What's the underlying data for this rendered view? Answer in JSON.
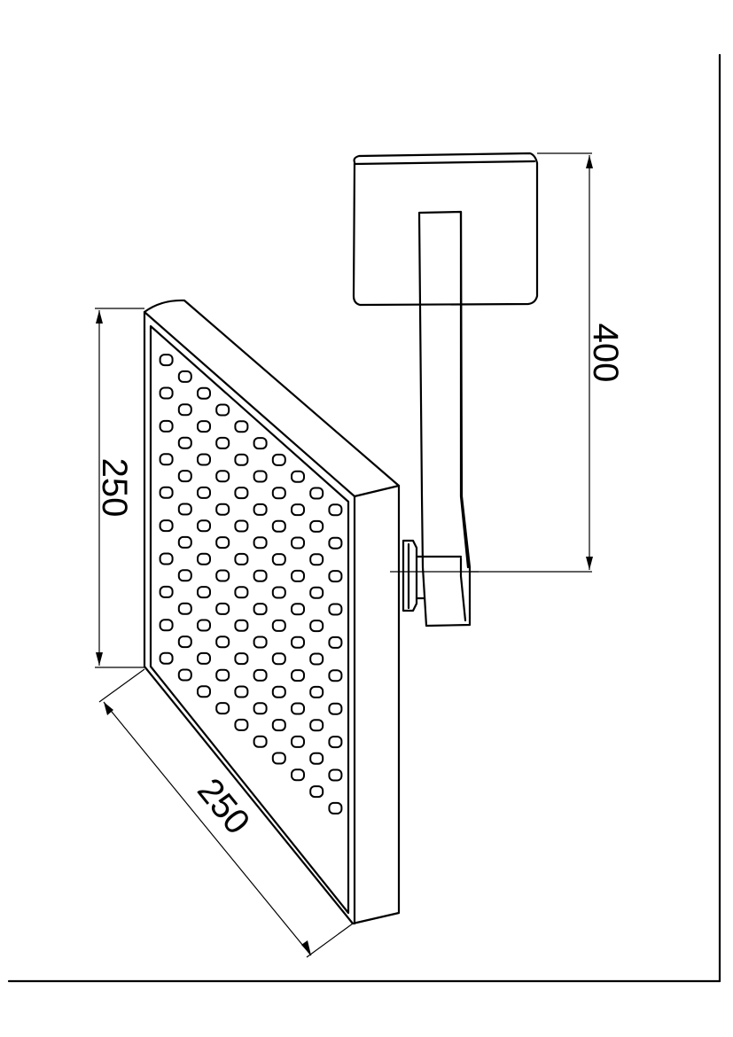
{
  "dimensions": {
    "arm_length": "400",
    "head_height": "250",
    "head_depth": "250"
  }
}
